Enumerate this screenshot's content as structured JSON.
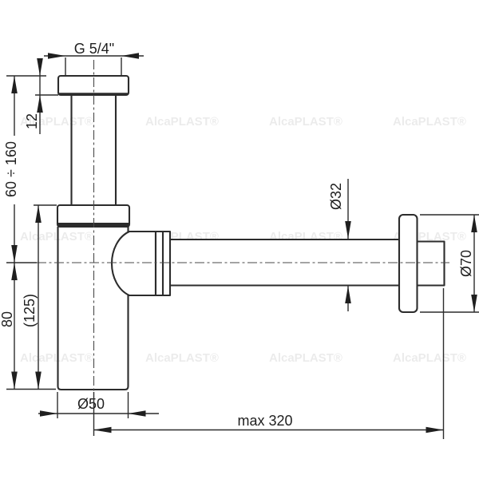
{
  "drawing": {
    "description": "Bottle trap siphon technical dimension drawing",
    "watermark": {
      "text": "AlcaPLAST®"
    },
    "labels": {
      "thread": "G 5/4\"",
      "nut_height": "12",
      "height_range": "60 ÷ 160",
      "body_depth": "80",
      "overall_depth": "(125)",
      "cup_diameter": "Ø50",
      "pipe_diameter": "Ø32",
      "rosette_diameter": "Ø70",
      "max_reach": "max 320"
    },
    "colors": {
      "line": "#2c2c2c",
      "background": "#ffffff",
      "watermark": "#e0e0e0"
    }
  }
}
